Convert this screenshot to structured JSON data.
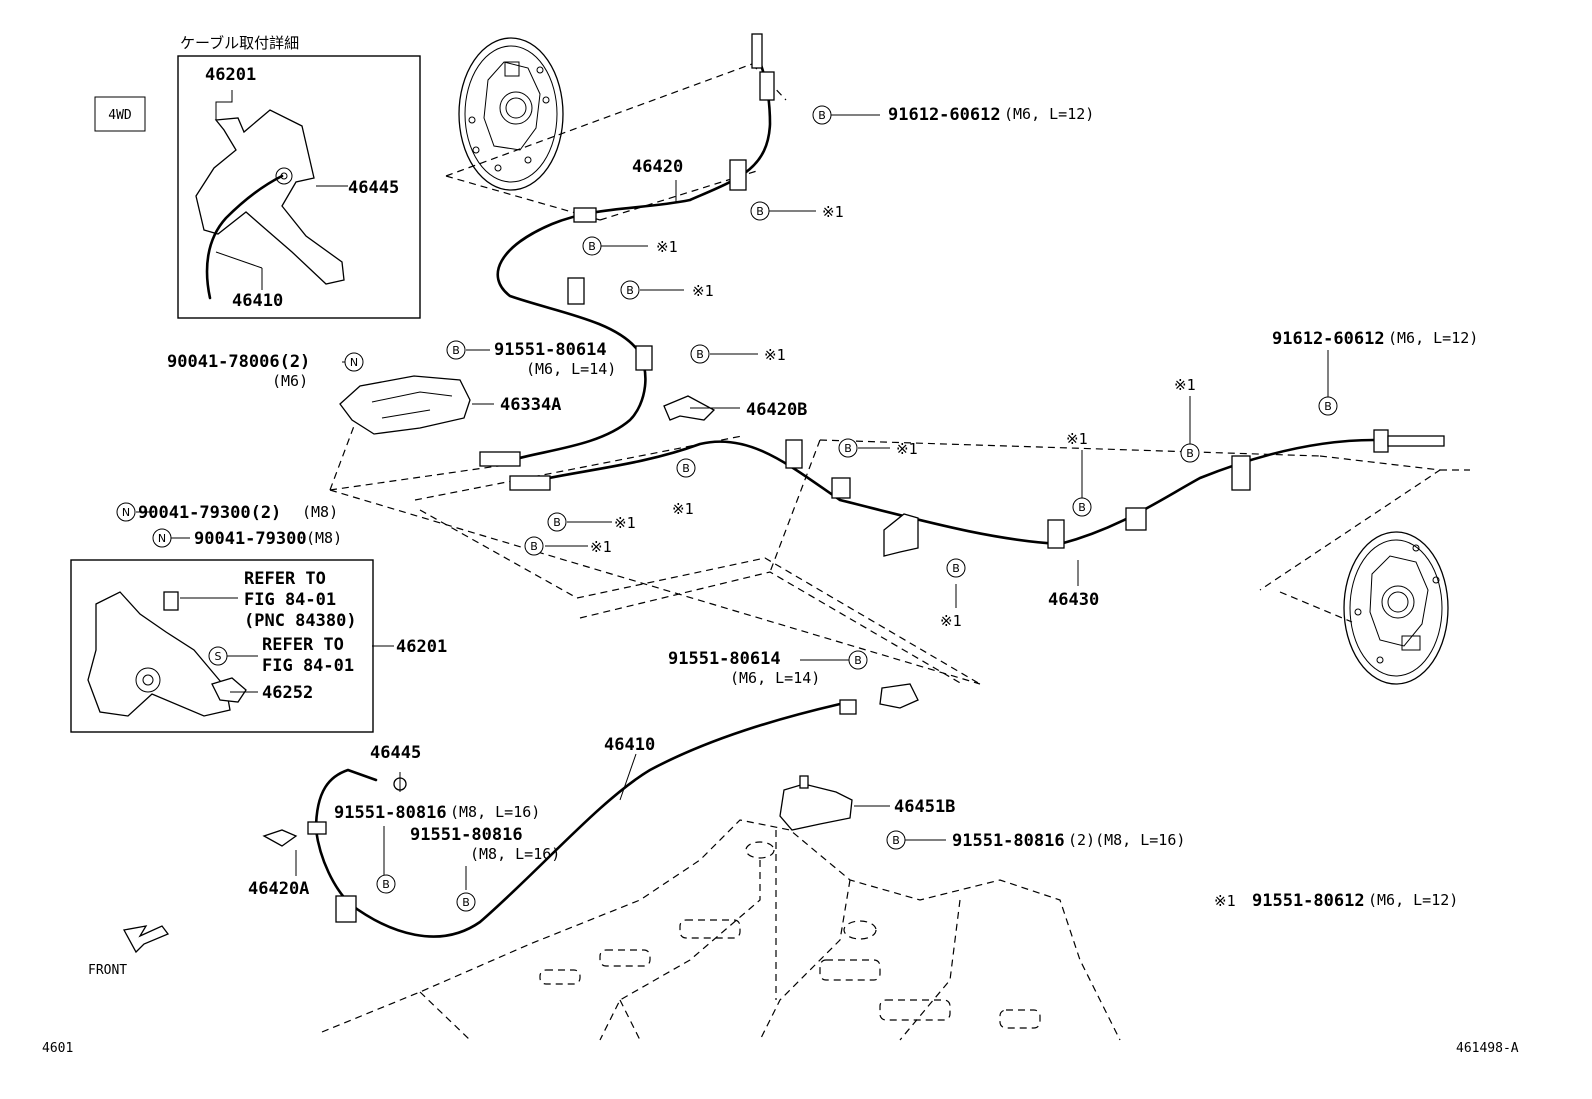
{
  "box_4wd": "4WD",
  "detail_title": "ケーブル取付詳細",
  "detail": {
    "p1": "46201",
    "p2": "46445",
    "p3": "46410"
  },
  "labels": {
    "p46420": "46420",
    "p46420B": "46420B",
    "p46430": "46430",
    "p46334A": "46334A",
    "p46201": "46201",
    "p46252": "46252",
    "p46445": "46445",
    "p46410": "46410",
    "p46451B": "46451B",
    "p46420A": "46420A",
    "b_top_right": "91612-60612",
    "b_top_right_spec": "(M6, L=12)",
    "b_right": "91612-60612",
    "b_right_spec": "(M6, L=12)",
    "b_heat_1": "91551-80614",
    "b_heat_2": "(M6, L=14)",
    "n_top_1": "90041-78006(2)",
    "n_top_2": "(M6)",
    "n_mid1": "90041-79300(2)",
    "n_mid1_spec": "(M8)",
    "n_mid2": "90041-79300",
    "n_mid2_spec": "(M8)",
    "refer1_a": "REFER TO",
    "refer1_b": "FIG 84-01",
    "refer1_c": "(PNC 84380)",
    "refer2_a": "REFER TO",
    "refer2_b": "FIG 84-01",
    "b_mid_1": "91551-80614",
    "b_mid_2": "(M6, L=14)",
    "b_l1": "91551-80816",
    "b_l1_spec": "(M8, L=16)",
    "b_l2_1": "91551-80816",
    "b_l2_2": "(M8, L=16)",
    "b_rl": "91551-80816",
    "b_rl_spec": "(2)(M8, L=16)",
    "note_mark": "※1",
    "note_part": "91551-80612",
    "note_spec": "(M6, L=12)",
    "mark": "※1",
    "front": "FRONT",
    "page_left": "4601",
    "page_right": "461498-A"
  },
  "callout_letters": {
    "b": "B",
    "n": "N",
    "s": "S"
  }
}
